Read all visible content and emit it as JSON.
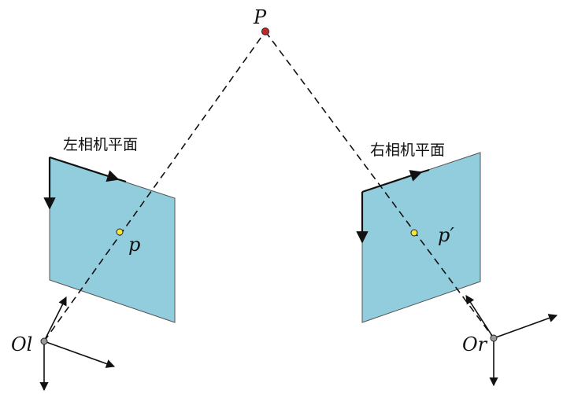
{
  "labels": {
    "point_world": "P",
    "point_left": "p",
    "point_right": "p′",
    "left_plane": "左相机平面",
    "right_plane": "右相机平面",
    "left_origin": "Ol",
    "right_origin": "Or"
  },
  "colors": {
    "plane_fill": "#92cddd",
    "world_point": "#c0282c",
    "image_point": "#f4e43c",
    "camera_center": "#9a9a9a",
    "line": "#111111"
  }
}
